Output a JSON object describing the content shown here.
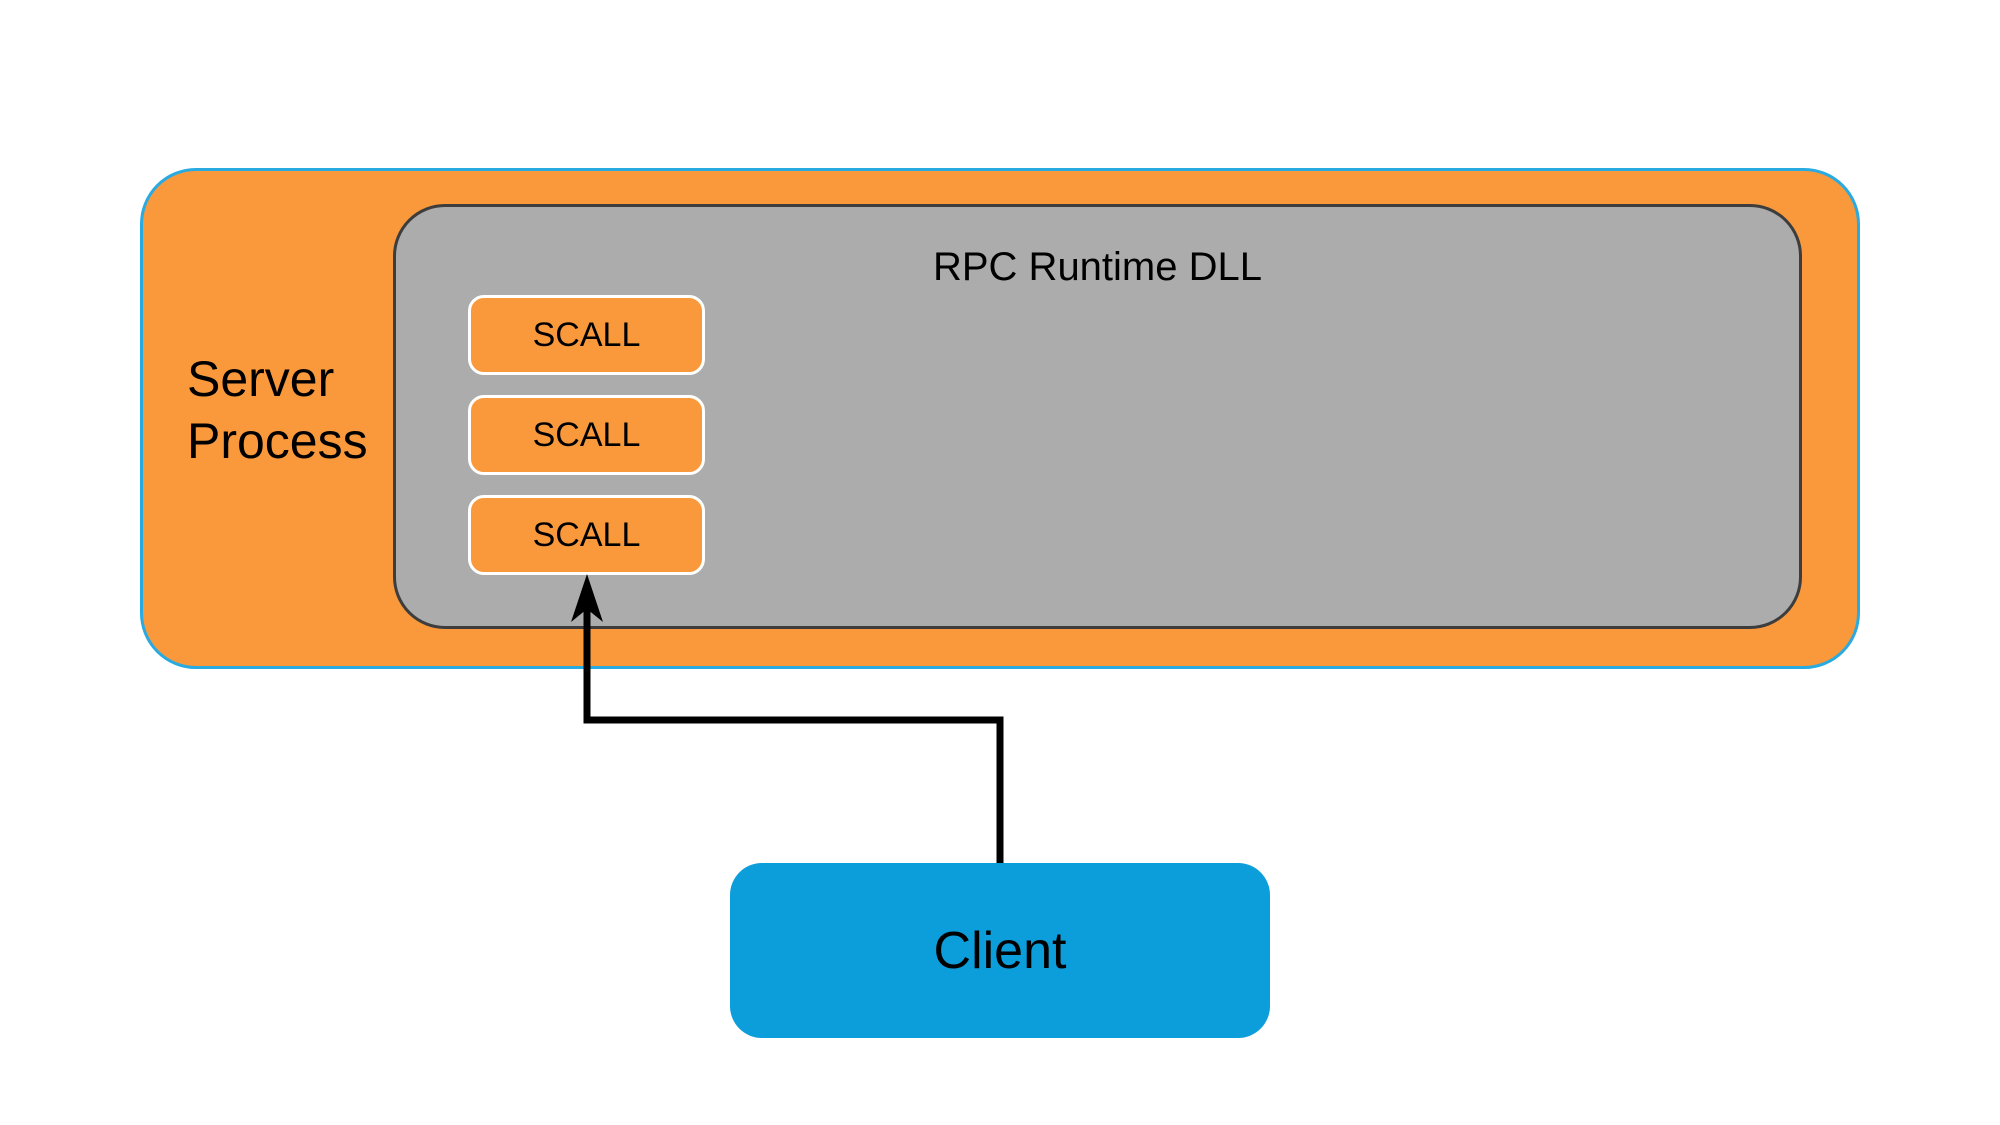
{
  "diagram": {
    "server_process": {
      "label": "Server Process",
      "fill_color": "#F9993B",
      "border_color": "#29AAE1"
    },
    "rpc_runtime_dll": {
      "label": "RPC Runtime DLL",
      "fill_color": "#ACACAC",
      "border_color": "#3D3D3D",
      "scall_boxes": [
        {
          "label": "SCALL"
        },
        {
          "label": "SCALL"
        },
        {
          "label": "SCALL"
        }
      ],
      "scall_fill_color": "#F9993B",
      "scall_border_color": "#FFFFFF"
    },
    "client": {
      "label": "Client",
      "fill_color": "#0C9DDB"
    },
    "arrow": {
      "from": "Client",
      "to": "SCALL (bottom)",
      "color": "#000000"
    }
  }
}
